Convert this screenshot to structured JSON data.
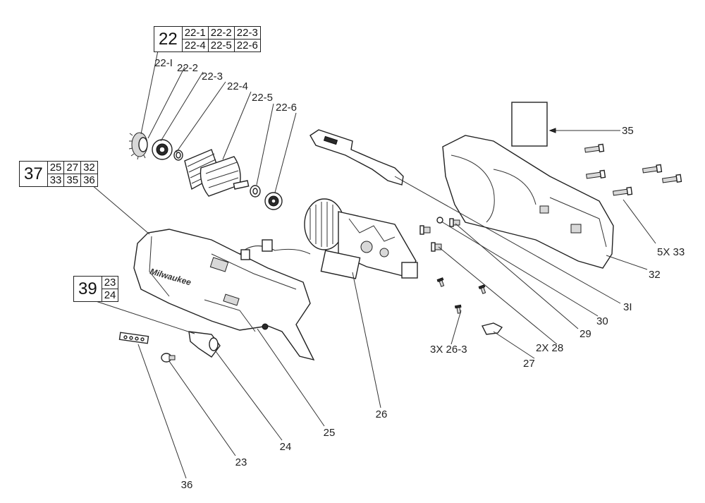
{
  "kits": {
    "kit22": {
      "main": "22",
      "row1": [
        "22-1",
        "22-2",
        "22-3"
      ],
      "row2": [
        "22-4",
        "22-5",
        "22-6"
      ]
    },
    "kit37": {
      "main": "37",
      "row1": [
        "25",
        "27",
        "32"
      ],
      "row2": [
        "33",
        "35",
        "36"
      ]
    },
    "kit39": {
      "main": "39",
      "row1": [
        "23"
      ],
      "row2": [
        "24"
      ]
    }
  },
  "callouts": {
    "c22_1": "22-I",
    "c22_2": "22-2",
    "c22_3": "22-3",
    "c22_4": "22-4",
    "c22_5": "22-5",
    "c22_6": "22-6",
    "c23": "23",
    "c24": "24",
    "c25": "25",
    "c26": "26",
    "c26_3": "3X  26-3",
    "c27": "27",
    "c28": "2X  28",
    "c29": "29",
    "c30": "30",
    "c31": "3I",
    "c32": "32",
    "c33": "5X  33",
    "c35": "35",
    "c36": "36"
  },
  "brand_text": "Milwaukee"
}
